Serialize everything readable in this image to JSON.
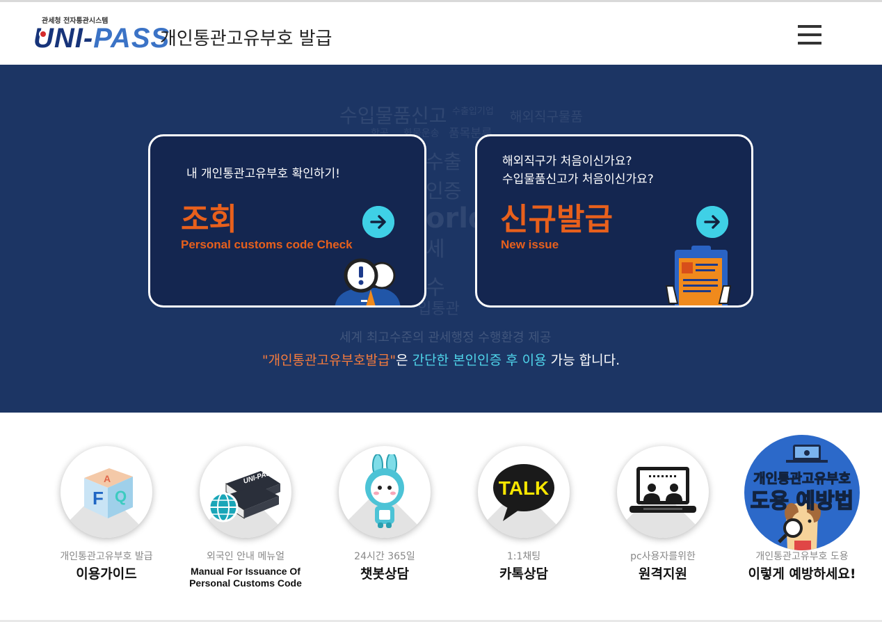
{
  "header": {
    "logo_small": "관세청 전자통관시스템",
    "logo_uni": "UNI-",
    "logo_pass": "PASS",
    "title": "개인통관고유부호 발급",
    "menu_icon": "hamburger-menu-icon"
  },
  "hero": {
    "watermarks": [
      "수입물품신고",
      "수출입기업",
      "해외직구물품",
      "항공",
      "화물운송",
      "품목분류",
      "수출",
      "인증",
      "orld",
      "세",
      "수",
      "입통관",
      "세계 최고수준의 관세행정 수행환경 제공"
    ],
    "cards": [
      {
        "desc_lines": [
          "내 개인통관고유부호 확인하기!"
        ],
        "title": "조회",
        "subtitle": "Personal customs code Check",
        "arrow_icon": "arrow-right-icon",
        "illustration": "magnifier-person-icon"
      },
      {
        "desc_lines": [
          "해외직구가 처음이신가요?",
          "수입물품신고가 처음이신가요?"
        ],
        "title": "신규발급",
        "subtitle": "New issue",
        "arrow_icon": "arrow-right-icon",
        "illustration": "clipboard-document-icon"
      }
    ],
    "notice": {
      "part1": "\"개인통관고유부호발급\"",
      "part2": "은 ",
      "part3": "간단한 본인인증 후 이용",
      "part4": " 가능 합니다."
    }
  },
  "quick_links": [
    {
      "line1": "개인통관고유부호 발급",
      "line2": "이용가이드",
      "icon": "faq-cube-icon"
    },
    {
      "line1": "외국인 안내 메뉴얼",
      "line2": "Manual For Issuance Of Personal Customs Code",
      "icon": "manual-book-globe-icon"
    },
    {
      "line1": "24시간 365일",
      "line2": "챗봇상담",
      "icon": "chatbot-rabbit-icon"
    },
    {
      "line1": "1:1채팅",
      "line2": "카톡상담",
      "icon": "kakao-talk-icon"
    },
    {
      "line1": "pc사용자를위한",
      "line2": "원격지원",
      "icon": "remote-support-laptop-icon"
    },
    {
      "line1": "개인통관고유부호 도용",
      "line2": "이렇게 예방하세요!",
      "icon": "theft-prevention-badge-icon",
      "badge_line1": "개인통관고유부호",
      "badge_line2": "도용 예방법"
    }
  ],
  "colors": {
    "hero_bg": "#1c3564",
    "accent_orange": "#e8601c",
    "accent_cyan": "#3fd0e6"
  }
}
